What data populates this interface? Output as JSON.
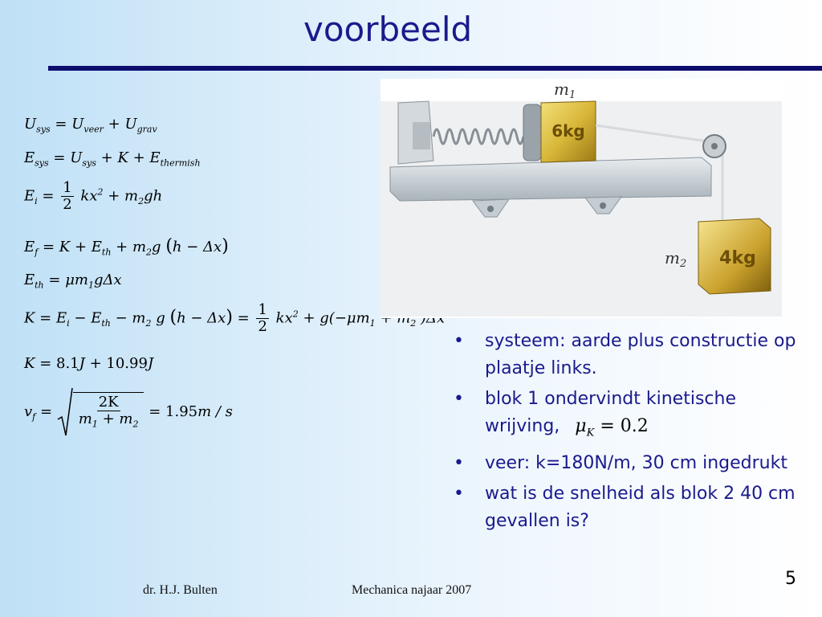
{
  "slide": {
    "title": "voorbeeld",
    "page_number": "5"
  },
  "footer": {
    "author": "dr. H.J. Bulten",
    "course": "Mechanica najaar 2007"
  },
  "equations": {
    "e1": {
      "lhs": "U",
      "lhs_sub": "sys",
      "t1": "U",
      "t1_sub": "veer",
      "t2": "U",
      "t2_sub": "grav"
    },
    "e2": {
      "lhs": "E",
      "lhs_sub": "sys",
      "t1": "U",
      "t1_sub": "sys",
      "t2": "K",
      "t3": "E",
      "t3_sub": "thermish"
    },
    "e3": {
      "lhs": "E",
      "lhs_sub": "i",
      "num": "1",
      "den": "2",
      "t1": "kx",
      "t1_sup": "2",
      "t2": "m",
      "t2_sub": "2",
      "t2_tail": "gh"
    },
    "e4": {
      "lhs": "E",
      "lhs_sub": "f",
      "t1": "K",
      "t2": "E",
      "t2_sub": "th",
      "t3": "m",
      "t3_sub": "2",
      "t3_tail": "g",
      "paren": "h − Δx"
    },
    "e5": {
      "lhs": "E",
      "lhs_sub": "th",
      "rhs": "μm",
      "rhs_sub": "1",
      "rhs_tail": "gΔx"
    },
    "e6": {
      "text_a": "K = E",
      "a_sub": "i",
      "text_b": " − E",
      "b_sub": "th",
      "text_c": " − m",
      "c_sub": "2",
      "text_d": " g",
      "paren": "h − Δx",
      "num": "1",
      "den": "2",
      "text_e": "kx",
      "e_sup": "2",
      "text_f": " + g(−μm",
      "f_sub": "1",
      "text_g": " + m",
      "g_sub": "2",
      "text_h": ")Δx"
    },
    "e7": {
      "lhs": "K",
      "rhs_a": "8.1",
      "rhs_a_unit": "J",
      "rhs_b": "10.99",
      "rhs_b_unit": "J"
    },
    "e8": {
      "lhs": "v",
      "lhs_sub": "f",
      "num": "2K",
      "den_a": "m",
      "den_a_sub": "1",
      "den_b": "m",
      "den_b_sub": "2",
      "result": "1.95",
      "unit": "m / s"
    }
  },
  "figure": {
    "m1_label": "m",
    "m1_sub": "1",
    "m1_mass": "6kg",
    "m2_label": "m",
    "m2_sub": "2",
    "m2_mass": "4kg"
  },
  "bullets": [
    {
      "text": "systeem: aarde plus constructie op plaatje links."
    },
    {
      "text": "blok 1 ondervindt kinetische wrijving,",
      "mu": "μ",
      "mu_sub": "K",
      "mu_value": "= 0.2"
    },
    {
      "text": "veer: k=180N/m, 30 cm ingedrukt"
    },
    {
      "text": "wat is de snelheid als blok 2 40 cm gevallen is?"
    }
  ],
  "bullet_symbol": "•"
}
